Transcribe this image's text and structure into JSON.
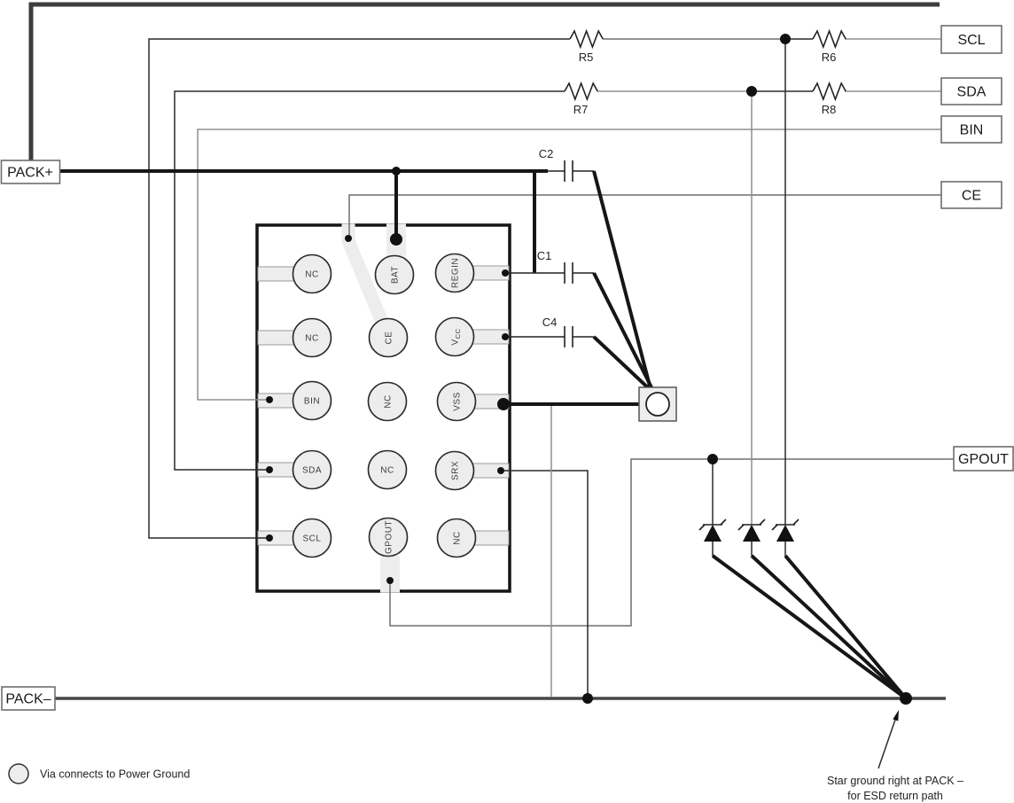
{
  "ports": {
    "pack_plus": "PACK+",
    "pack_minus": "PACK–",
    "scl": "SCL",
    "sda": "SDA",
    "bin": "BIN",
    "ce": "CE",
    "gpout": "GPOUT"
  },
  "resistors": {
    "r5": "R5",
    "r6": "R6",
    "r7": "R7",
    "r8": "R8"
  },
  "capacitors": {
    "c1": "C1",
    "c2": "C2",
    "c4": "C4"
  },
  "ic": {
    "pads": {
      "nc": "NC",
      "bat": "BAT",
      "regin": "REGIN",
      "ce": "CE",
      "vcc_main": "V",
      "vcc_sub": "CC",
      "bin": "BIN",
      "vss": "VSS",
      "sda": "SDA",
      "srx": "SRX",
      "scl": "SCL",
      "gpout": "GPOUT"
    }
  },
  "notes": {
    "via_legend": "Via connects to Power Ground",
    "star_ground_line1": "Star ground right at PACK –",
    "star_ground_line2": "for ESD return path"
  },
  "colors": {
    "wire": "#2a2a2a",
    "wire_gray": "#8f8f8f",
    "pad_fill": "#ededed",
    "rail": "#3c3c3c"
  }
}
